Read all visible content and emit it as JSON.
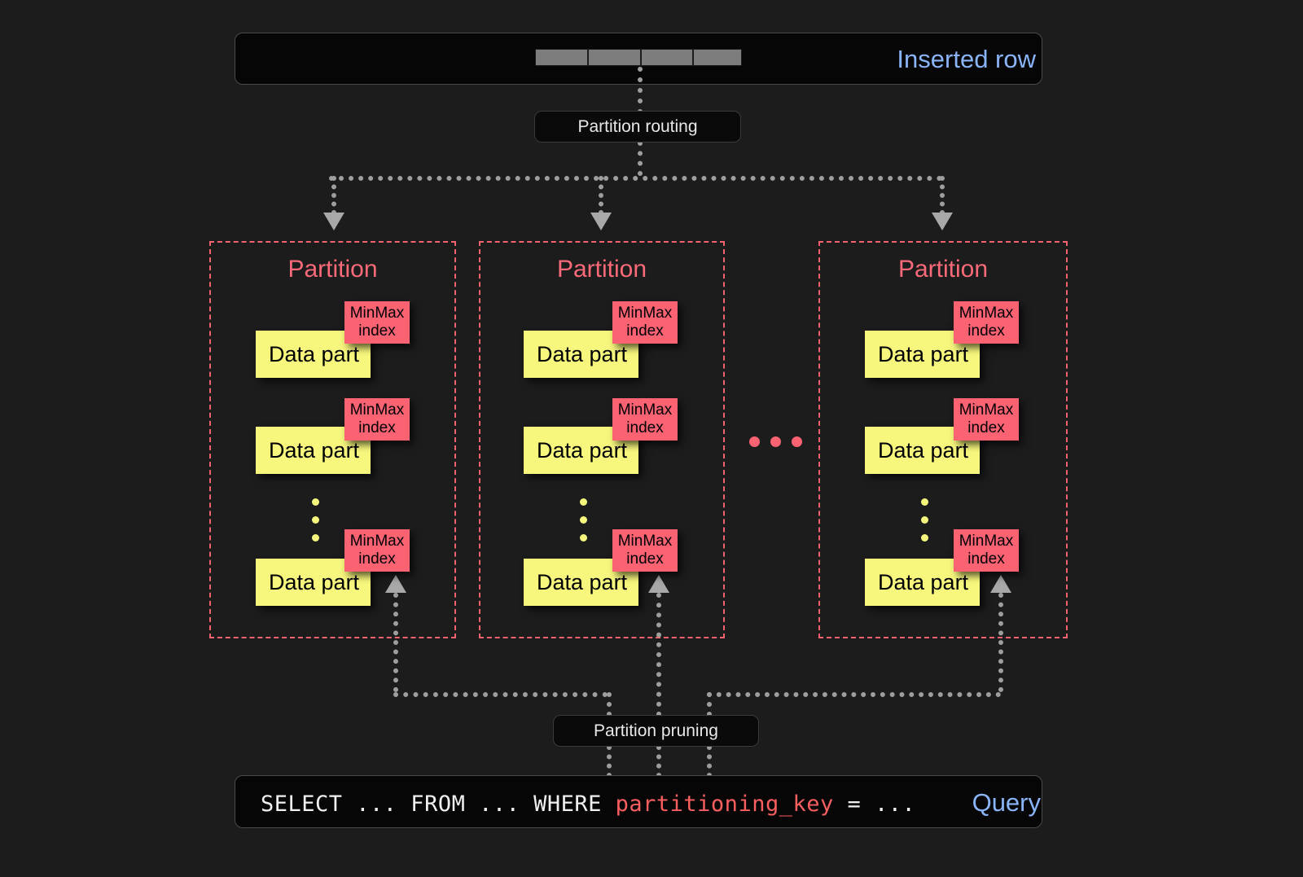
{
  "theme": {
    "background": "#1c1c1c",
    "bar_background": "#060606",
    "accent_blue": "#8ab4f8",
    "accent_pink": "#fb6272",
    "accent_yellow": "#f7f77e",
    "line_gray": "#9e9e9e"
  },
  "top": {
    "bar_label": "Inserted row",
    "row_cells": [
      "",
      "",
      "",
      ""
    ],
    "routing_label": "Partition routing"
  },
  "partitions": [
    {
      "title": "Partition",
      "parts": [
        {
          "label": "Data part",
          "index_label_line1": "MinMax",
          "index_label_line2": "index"
        },
        {
          "label": "Data part",
          "index_label_line1": "MinMax",
          "index_label_line2": "index"
        },
        {
          "label": "Data part",
          "index_label_line1": "MinMax",
          "index_label_line2": "index"
        }
      ],
      "vertical_ellipsis": "•••"
    },
    {
      "title": "Partition",
      "parts": [
        {
          "label": "Data part",
          "index_label_line1": "MinMax",
          "index_label_line2": "index"
        },
        {
          "label": "Data part",
          "index_label_line1": "MinMax",
          "index_label_line2": "index"
        },
        {
          "label": "Data part",
          "index_label_line1": "MinMax",
          "index_label_line2": "index"
        }
      ],
      "vertical_ellipsis": "•••"
    },
    {
      "title": "Partition",
      "parts": [
        {
          "label": "Data part",
          "index_label_line1": "MinMax",
          "index_label_line2": "index"
        },
        {
          "label": "Data part",
          "index_label_line1": "MinMax",
          "index_label_line2": "index"
        },
        {
          "label": "Data part",
          "index_label_line1": "MinMax",
          "index_label_line2": "index"
        }
      ],
      "vertical_ellipsis": "•••"
    }
  ],
  "between_partitions_ellipsis": "• • •",
  "bottom": {
    "pruning_label": "Partition pruning",
    "bar_label": "Query",
    "query": {
      "prefix": "SELECT ... FROM ... WHERE ",
      "highlight": "partitioning_key",
      "suffix": " = ..."
    }
  }
}
